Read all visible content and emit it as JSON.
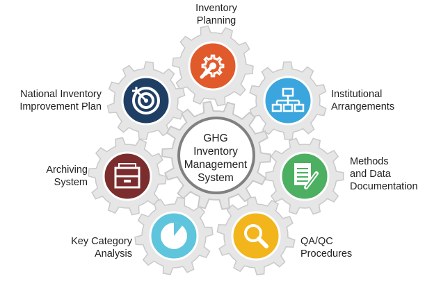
{
  "center": {
    "lines": [
      "GHG",
      "Inventory",
      "Management",
      "System"
    ],
    "color": "#808080"
  },
  "components": [
    {
      "id": "planning",
      "lines": [
        "Inventory",
        "Planning"
      ],
      "color": "#e05a2b",
      "icon": "gear-wrench-icon"
    },
    {
      "id": "institutional",
      "lines": [
        "Institutional",
        "Arrangements"
      ],
      "color": "#3aa6dd",
      "icon": "org-chart-icon"
    },
    {
      "id": "methods",
      "lines": [
        "Methods",
        "and Data",
        "Documentation"
      ],
      "color": "#4caf61",
      "icon": "document-pencil-icon"
    },
    {
      "id": "qaqc",
      "lines": [
        "QA/QC",
        "Procedures"
      ],
      "color": "#f2b51c",
      "icon": "magnifier-icon"
    },
    {
      "id": "keycat",
      "lines": [
        "Key Category",
        "Analysis"
      ],
      "color": "#5ec5dd",
      "icon": "pie-chart-icon"
    },
    {
      "id": "archiving",
      "lines": [
        "Archiving",
        "System"
      ],
      "color": "#7b2d2d",
      "icon": "file-drawer-icon"
    },
    {
      "id": "improvement",
      "lines": [
        "National Inventory",
        "Improvement Plan"
      ],
      "color": "#1f3e63",
      "icon": "target-icon"
    }
  ],
  "gear_fill": "#e6e6e6",
  "gear_stroke": "#c9c9c9"
}
